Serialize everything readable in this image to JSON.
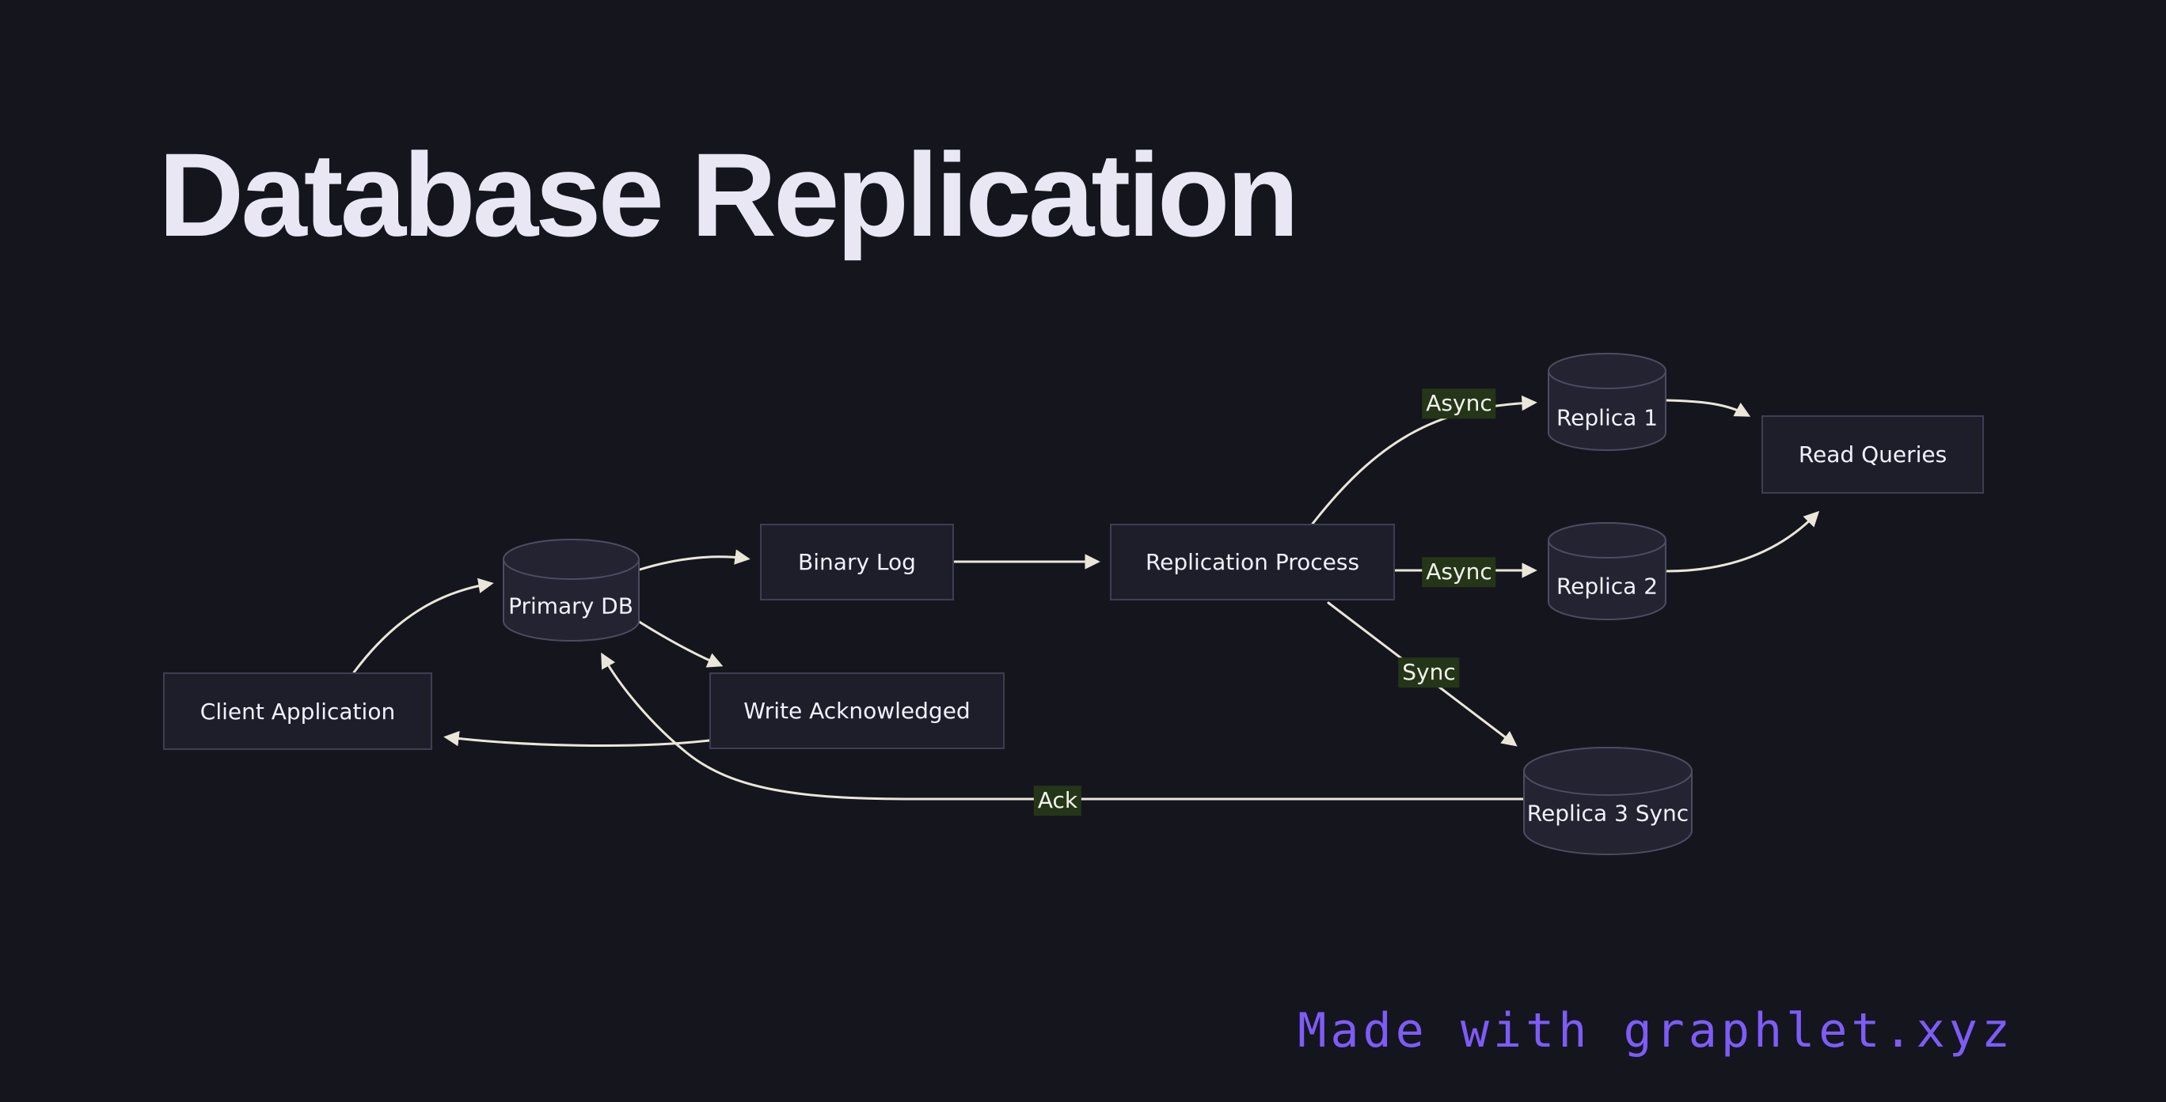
{
  "title": "Database Replication",
  "footer": {
    "text": "Made with graphlet.xyz"
  },
  "colors": {
    "background": "#15151e",
    "node_fill": "#1e1e2b",
    "node_border": "#3e3e52",
    "cylinder_fill": "#232331",
    "cylinder_border": "#4c4c61",
    "edge": "#eae7d8",
    "edge_label_bg": "#243617",
    "node_text": "#f2f0fa",
    "title_text": "#e9e7f3",
    "footer_text": "#7d5cf8"
  },
  "diagram": {
    "nodes": [
      {
        "id": "client-application",
        "label": "Client Application",
        "shape": "box"
      },
      {
        "id": "primary-db",
        "label": "Primary DB",
        "shape": "cylinder"
      },
      {
        "id": "binary-log",
        "label": "Binary Log",
        "shape": "box"
      },
      {
        "id": "write-acknowledged",
        "label": "Write Acknowledged",
        "shape": "box"
      },
      {
        "id": "replication-process",
        "label": "Replication Process",
        "shape": "box"
      },
      {
        "id": "replica-1",
        "label": "Replica 1",
        "shape": "cylinder"
      },
      {
        "id": "replica-2",
        "label": "Replica 2",
        "shape": "cylinder"
      },
      {
        "id": "replica-3",
        "label": "Replica 3 Sync",
        "shape": "cylinder"
      },
      {
        "id": "read-queries",
        "label": "Read Queries",
        "shape": "box"
      }
    ],
    "edges": [
      {
        "from": "client-application",
        "to": "primary-db",
        "label": ""
      },
      {
        "from": "primary-db",
        "to": "binary-log",
        "label": ""
      },
      {
        "from": "binary-log",
        "to": "replication-process",
        "label": ""
      },
      {
        "from": "primary-db",
        "to": "write-acknowledged",
        "label": ""
      },
      {
        "from": "write-acknowledged",
        "to": "client-application",
        "label": ""
      },
      {
        "from": "replication-process",
        "to": "replica-1",
        "label": "Async"
      },
      {
        "from": "replication-process",
        "to": "replica-2",
        "label": "Async"
      },
      {
        "from": "replication-process",
        "to": "replica-3",
        "label": "Sync"
      },
      {
        "from": "replica-1",
        "to": "read-queries",
        "label": ""
      },
      {
        "from": "replica-2",
        "to": "read-queries",
        "label": ""
      },
      {
        "from": "replica-3",
        "to": "primary-db",
        "label": "Ack"
      }
    ]
  }
}
